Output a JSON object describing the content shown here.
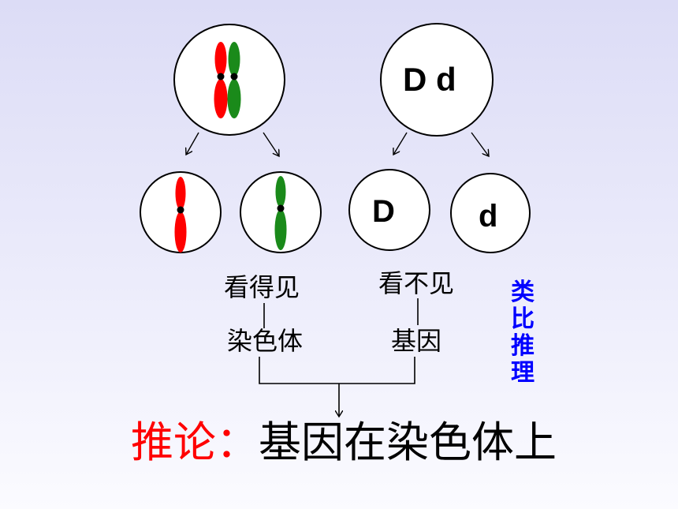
{
  "genes": {
    "parent": "D d",
    "daughter_left": "D",
    "daughter_right": "d"
  },
  "labels": {
    "visible": "看得见",
    "chromosome": "染色体",
    "invisible": "看不见",
    "gene": "基因"
  },
  "analogy_note": "类比推理",
  "conclusion": {
    "prefix": "推论：",
    "text": "基因在染色体上"
  },
  "colors": {
    "chromosome_red": "#ff0000",
    "chromosome_green": "#1a8a1a",
    "analogy_blue": "#0000ff",
    "conclusion_red": "#ff0000"
  }
}
